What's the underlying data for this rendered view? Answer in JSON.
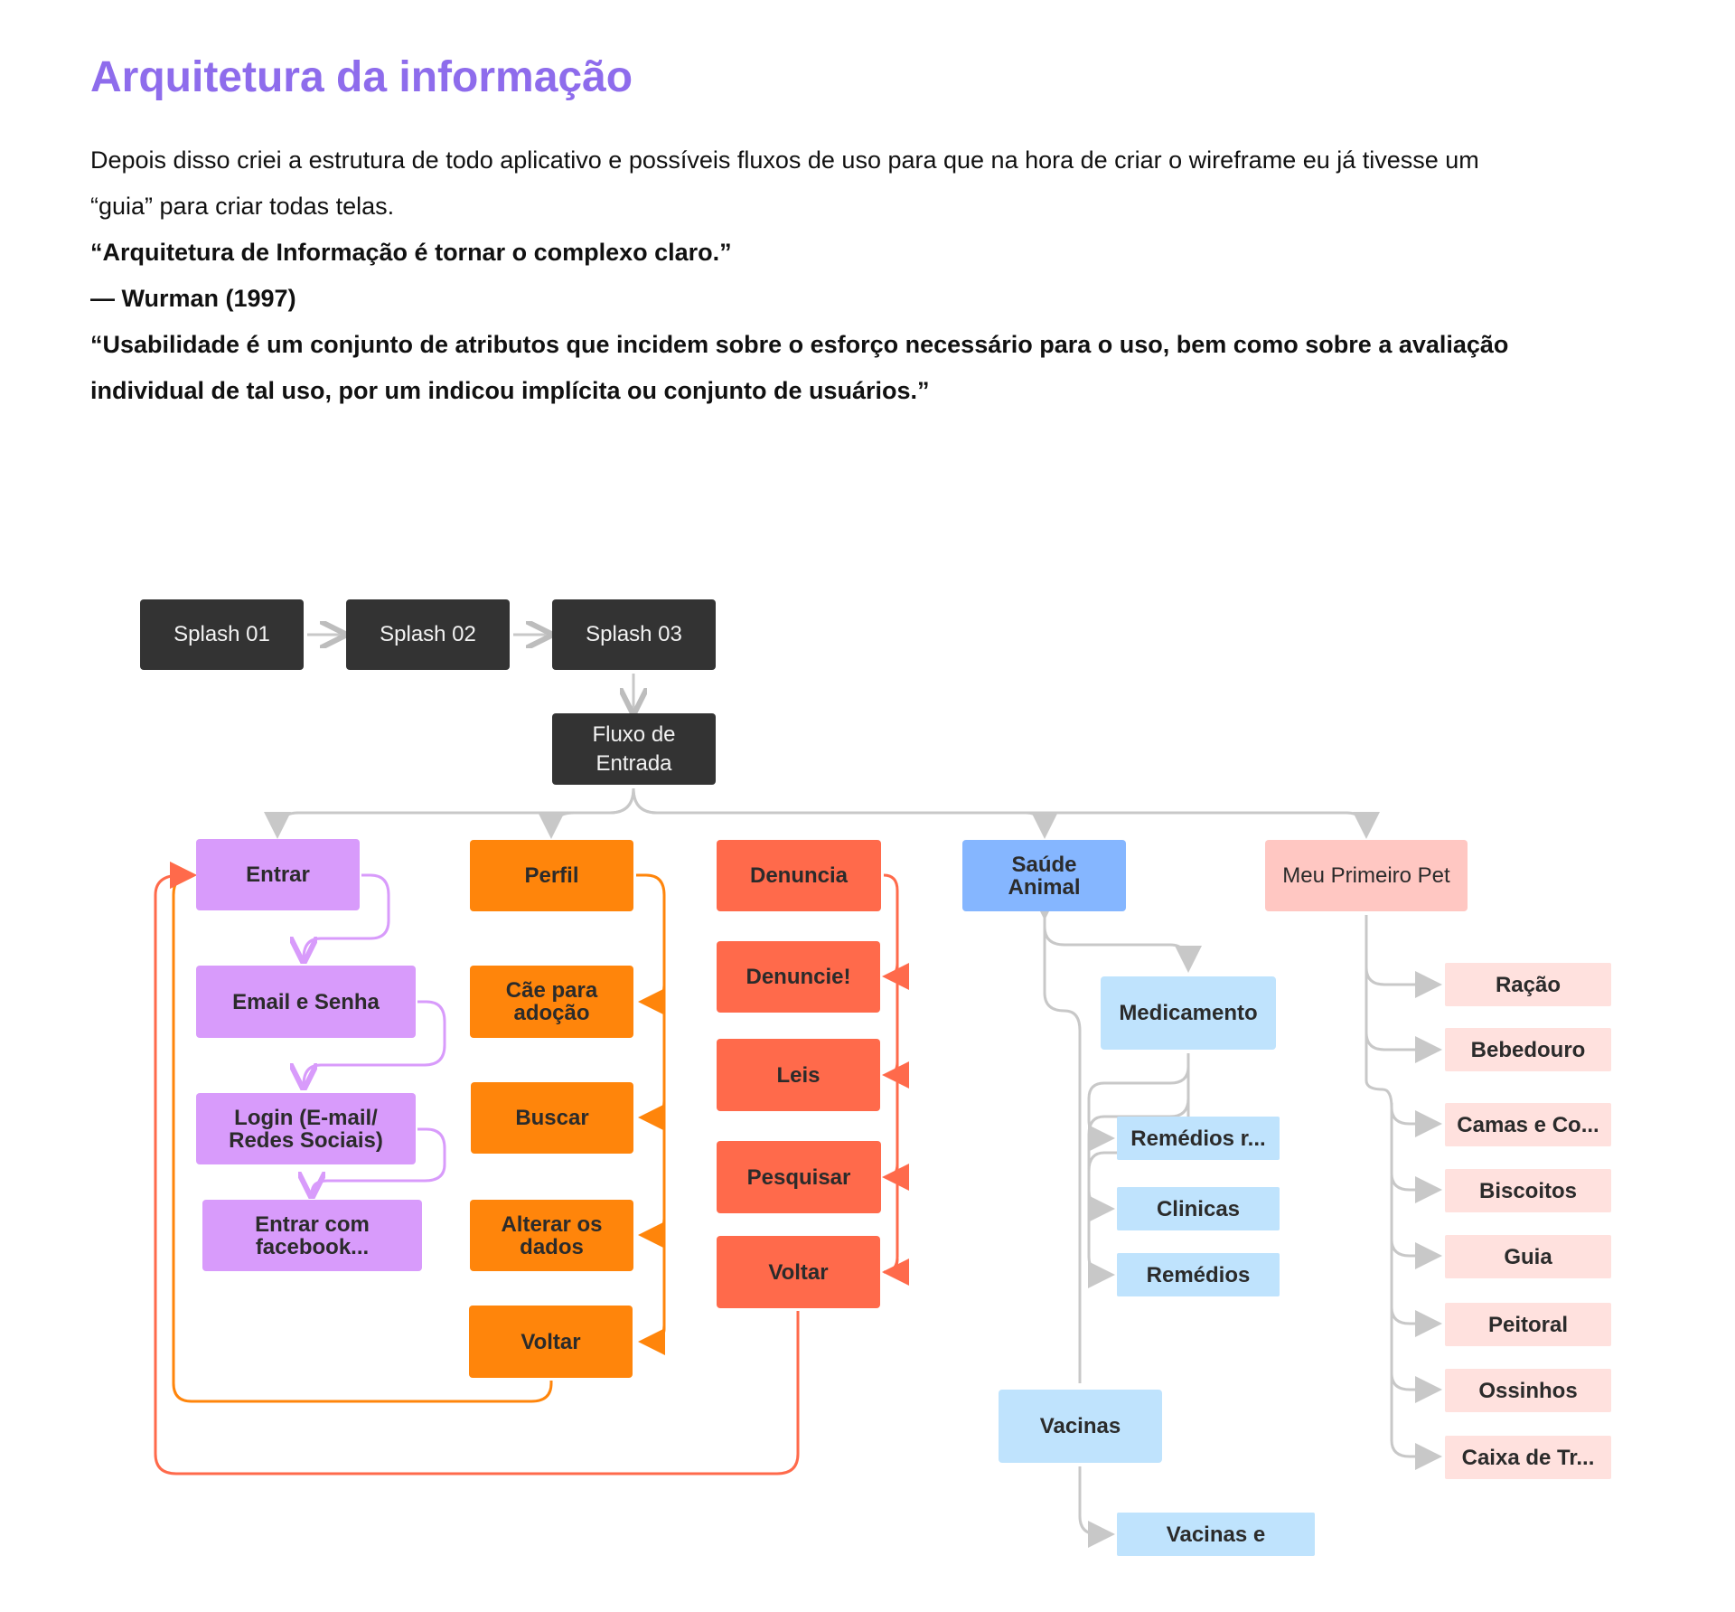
{
  "title": "Arquitetura da informação",
  "paragraphs": {
    "intro_1": "Depois disso criei a estrutura de todo aplicativo e possíveis fluxos de uso para que na hora de criar o wireframe eu já tivesse um",
    "intro_2": "“guia” para criar todas telas.",
    "quote_1": "“Arquitetura de Informação é tornar o complexo claro.”",
    "quote_1_author": "— Wurman (1997)",
    "quote_2_line1": "“Usabilidade é um conjunto de atributos que incidem sobre o esforço necessário para o uso, bem como sobre a avaliação",
    "quote_2_line2": "individual de tal uso, por um indicou implícita ou conjunto de usuários.”"
  },
  "diagram": {
    "splash": [
      "Splash 01",
      "Splash 02",
      "Splash 03"
    ],
    "entry_flow": "Fluxo de Entrada",
    "entrar": {
      "root": "Entrar",
      "children": [
        "Email e Senha",
        "Login (E-mail/ Redes Sociais)",
        "Entrar com facebook..."
      ]
    },
    "perfil": {
      "root": "Perfil",
      "children": [
        "Cãe para adoção",
        "Buscar",
        "Alterar os dados",
        "Voltar"
      ]
    },
    "denuncia": {
      "root": "Denuncia",
      "children": [
        "Denuncie!",
        "Leis",
        "Pesquisar",
        "Voltar"
      ]
    },
    "saude": {
      "root": "Saúde Animal",
      "medicamento": "Medicamento",
      "medicamento_children": [
        "Remédios r...",
        "Clinicas",
        "Remédios"
      ],
      "vacinas": "Vacinas",
      "vacinas_children": [
        "Vacinas e"
      ]
    },
    "pet": {
      "root": "Meu Primeiro Pet",
      "children": [
        "Ração",
        "Bebedouro",
        "Camas e Co...",
        "Biscoitos",
        "Guia",
        "Peitoral",
        "Ossinhos",
        "Caixa de Tr..."
      ]
    },
    "colors": {
      "dark": "#333333",
      "purple": "#D89BFB",
      "orange": "#FF850B",
      "red": "#FF6A4B",
      "blue": "#85B6FF",
      "light_blue": "#BFE3FD",
      "pink": "#FFC7C2",
      "light_pink": "#FFE1DE",
      "connector": "#C8C8C8"
    }
  }
}
